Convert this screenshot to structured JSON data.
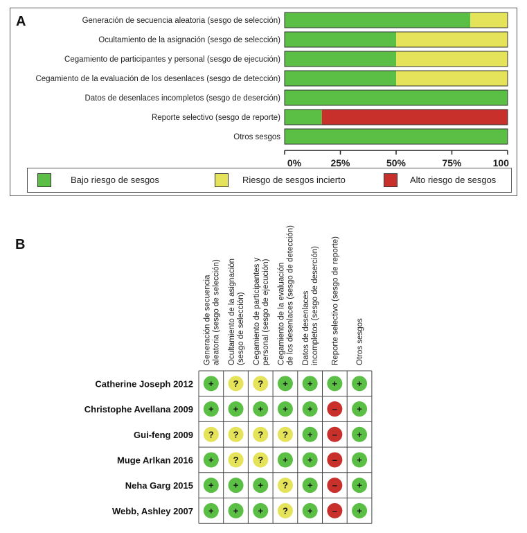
{
  "colors": {
    "low": "#5cbf45",
    "unclear": "#e5e35a",
    "high": "#c8302c"
  },
  "panel_a": {
    "letter": "A",
    "legend": [
      {
        "key": "low",
        "label": "Bajo riesgo de sesgos"
      },
      {
        "key": "unclear",
        "label": "Riesgo de sesgos incierto"
      },
      {
        "key": "high",
        "label": "Alto riesgo de sesgos"
      }
    ]
  },
  "panel_b": {
    "letter": "B"
  },
  "chart_data": [
    {
      "type": "bar",
      "orientation": "horizontal",
      "stacked": true,
      "categories": [
        "Generación de secuencia aleatoria (sesgo de selección)",
        "Ocultamiento de la asignación (sesgo de selección)",
        "Cegamiento de participantes y personal (sesgo de ejecución)",
        "Cegamiento de la evaluación de los desenlaces (sesgo de detección)",
        "Datos de desenlaces incompletos (sesgo de deserción)",
        "Reporte selectivo (sesgo de reporte)",
        "Otros sesgos"
      ],
      "series": [
        {
          "name": "Bajo riesgo de sesgos",
          "key": "low",
          "values": [
            83.3,
            50,
            50,
            50,
            100,
            16.7,
            100
          ]
        },
        {
          "name": "Riesgo de sesgos incierto",
          "key": "unclear",
          "values": [
            16.7,
            50,
            50,
            50,
            0,
            0,
            0
          ]
        },
        {
          "name": "Alto riesgo de sesgos",
          "key": "high",
          "values": [
            0,
            0,
            0,
            0,
            0,
            83.3,
            0
          ]
        }
      ],
      "xlim": [
        0,
        100
      ],
      "xticks": [
        "0%",
        "25%",
        "50%",
        "75%",
        "100"
      ],
      "legend": "bottom"
    },
    {
      "type": "table",
      "columns": [
        "Generación de secuencia|aleatoria (sesgo de selección)",
        "Ocultamiento de la asignación|(sesgo de selección)",
        "Cegamiento de participantes y|personal (sesgo de ejecución)",
        "Cegamiento de la evaluación|de los desenlaces (sesgo de detección)",
        "Datos de desenlaces|incompletos (sesgo de deserción)",
        "Reporte selectivo (sesgo de reporte)",
        "Otros sesgos"
      ],
      "rows": [
        {
          "study": "Catherine Joseph 2012",
          "judgements": [
            "+",
            "?",
            "?",
            "+",
            "+",
            "+",
            "+"
          ]
        },
        {
          "study": "Christophe Avellana 2009",
          "judgements": [
            "+",
            "+",
            "+",
            "+",
            "+",
            "-",
            "+"
          ]
        },
        {
          "study": "Gui-feng 2009",
          "judgements": [
            "?",
            "?",
            "?",
            "?",
            "+",
            "-",
            "+"
          ]
        },
        {
          "study": "Muge Arlkan 2016",
          "judgements": [
            "+",
            "?",
            "?",
            "+",
            "+",
            "-",
            "+"
          ]
        },
        {
          "study": "Neha Garg 2015",
          "judgements": [
            "+",
            "+",
            "+",
            "?",
            "+",
            "-",
            "+"
          ]
        },
        {
          "study": "Webb, Ashley 2007",
          "judgements": [
            "+",
            "+",
            "+",
            "?",
            "+",
            "-",
            "+"
          ]
        }
      ]
    }
  ]
}
